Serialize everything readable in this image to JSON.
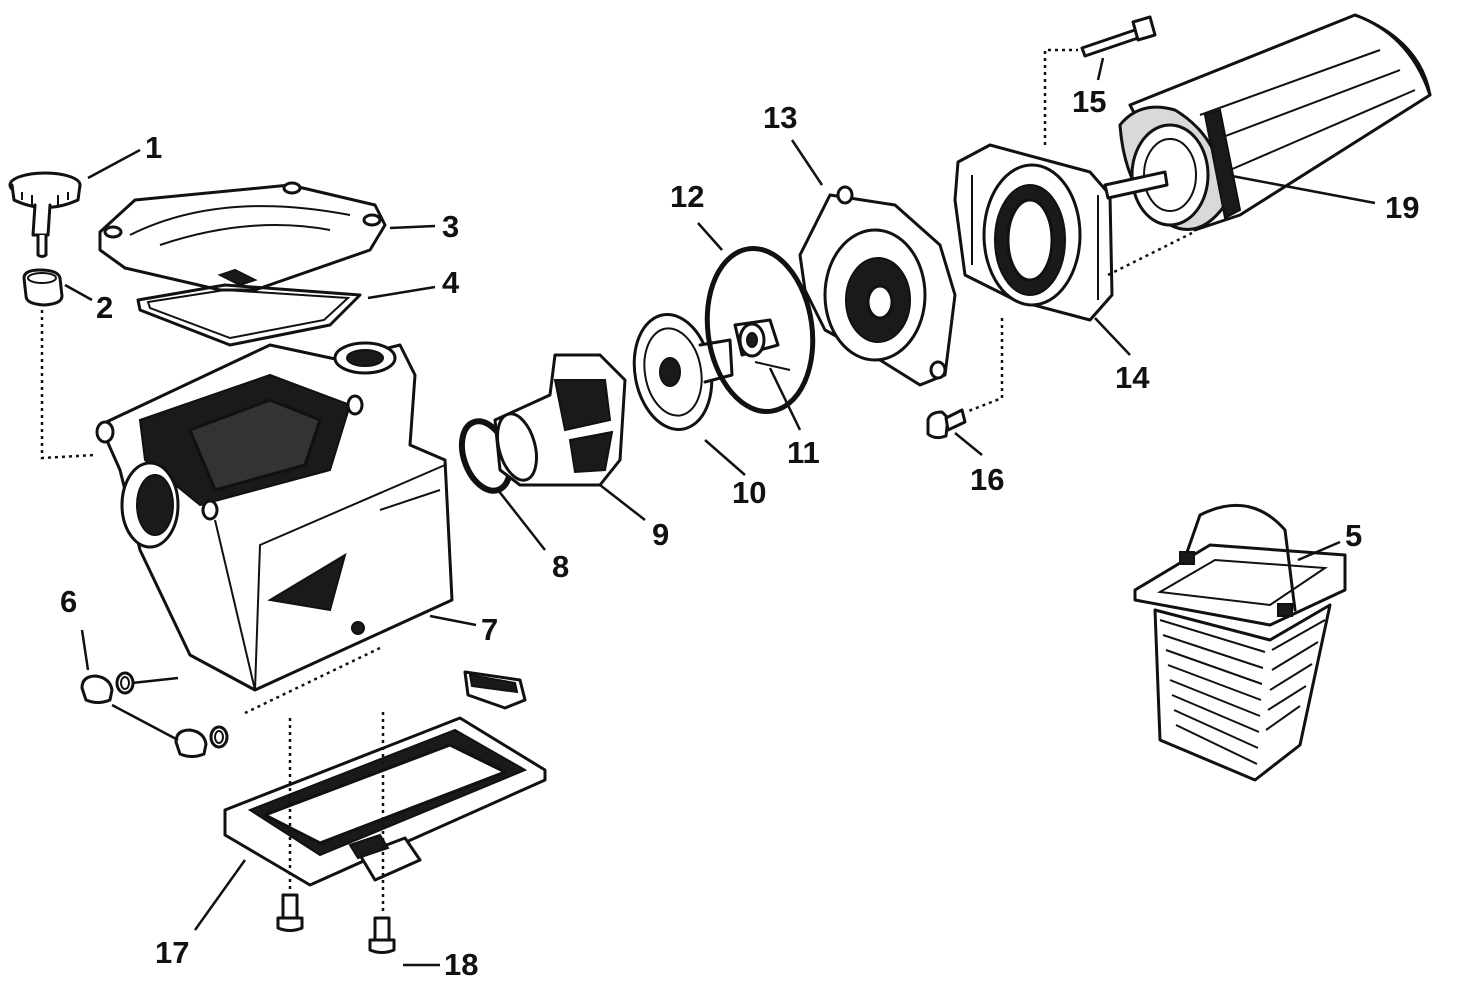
{
  "diagram": {
    "parts": [
      {
        "id": "1",
        "label": "1"
      },
      {
        "id": "2",
        "label": "2"
      },
      {
        "id": "3",
        "label": "3"
      },
      {
        "id": "4",
        "label": "4"
      },
      {
        "id": "5",
        "label": "5"
      },
      {
        "id": "6",
        "label": "6"
      },
      {
        "id": "7",
        "label": "7"
      },
      {
        "id": "8",
        "label": "8"
      },
      {
        "id": "9",
        "label": "9"
      },
      {
        "id": "10",
        "label": "10"
      },
      {
        "id": "11",
        "label": "11"
      },
      {
        "id": "12",
        "label": "12"
      },
      {
        "id": "13",
        "label": "13"
      },
      {
        "id": "14",
        "label": "14"
      },
      {
        "id": "15",
        "label": "15"
      },
      {
        "id": "16",
        "label": "16"
      },
      {
        "id": "17",
        "label": "17"
      },
      {
        "id": "18",
        "label": "18"
      },
      {
        "id": "19",
        "label": "19"
      }
    ]
  }
}
